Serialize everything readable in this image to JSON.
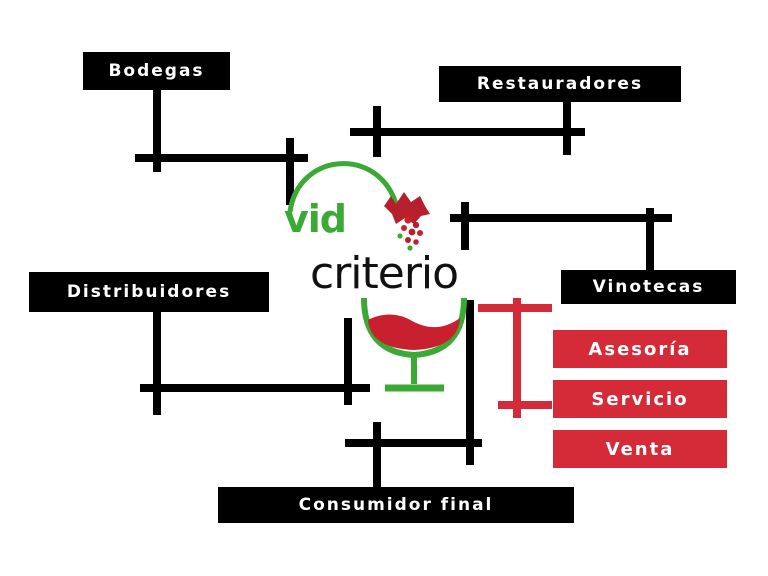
{
  "colors": {
    "line": "#000000",
    "accent_red": "#d52b38",
    "logo_green": "#3aaa35",
    "wine_red": "#c8202e",
    "grape_red": "#b5202c"
  },
  "labels": {
    "bodegas": "Bodegas",
    "restauradores": "Restauradores",
    "distribuidores": "Distribuidores",
    "vinotecas": "Vinotecas",
    "consumidor_final": "Consumidor final"
  },
  "services": [
    "Asesoría",
    "Servicio",
    "Venta"
  ],
  "logo": {
    "word_top": "vid",
    "word_bottom": "criterio",
    "icons": [
      "grape-icon",
      "wine-glass-icon"
    ]
  }
}
